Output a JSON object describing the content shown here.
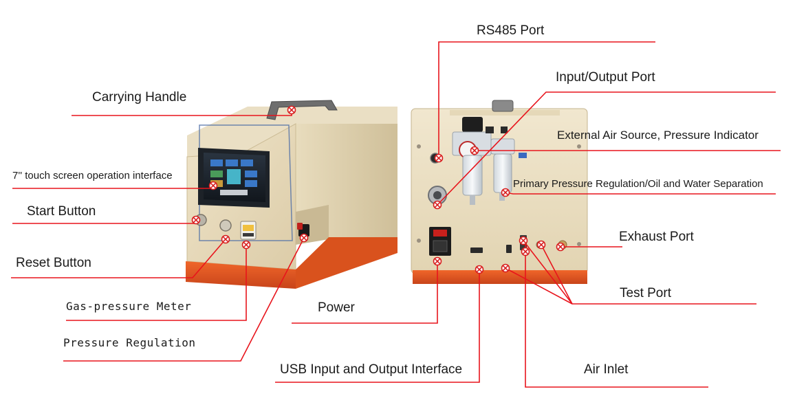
{
  "labels": {
    "carrying_handle": "Carrying Handle",
    "touch_screen": "7'' touch screen operation interface",
    "start_button": "Start Button",
    "reset_button": "Reset Button",
    "gas_pressure_meter": "Gas-pressure Meter",
    "pressure_regulation": "Pressure Regulation",
    "rs485_port": "RS485 Port",
    "io_port": "Input/Output Port",
    "external_air": "External Air Source, Pressure Indicator",
    "primary_pressure": "Primary Pressure Regulation/Oil and Water Separation",
    "exhaust_port": "Exhaust Port",
    "test_port": "Test Port",
    "power": "Power",
    "usb_interface": "USB Input and Output Interface",
    "air_inlet": "Air Inlet"
  },
  "colors": {
    "leader_line": "#e8141c",
    "marker": "#d81e1e",
    "body_beige": "#e9dcbf",
    "base_orange": "#e0551f"
  }
}
